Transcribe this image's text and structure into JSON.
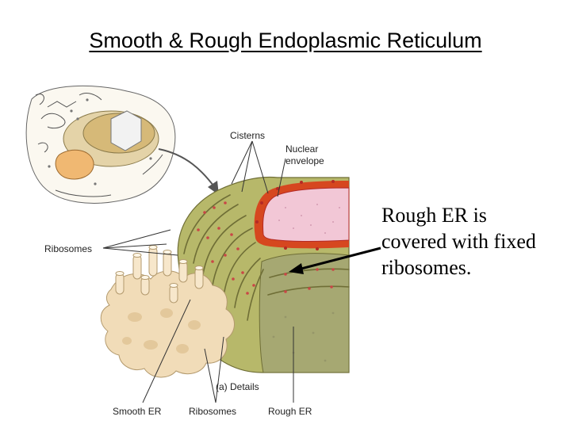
{
  "title": "Smooth & Rough Endoplasmic Reticulum",
  "labels": {
    "cisterns": "Cisterns",
    "nuclear_envelope_line1": "Nuclear",
    "nuclear_envelope_line2": "envelope",
    "ribosomes_left": "Ribosomes",
    "details": "(a) Details",
    "smooth_er": "Smooth ER",
    "ribosomes_bottom": "Ribosomes",
    "rough_er": "Rough ER"
  },
  "caption": {
    "line1": "Rough ER is",
    "line2": "covered with fixed",
    "line3": "ribosomes."
  },
  "colors": {
    "rough_er_fill": "#b7b86a",
    "rough_er_stroke": "#6f6e36",
    "smooth_er_fill": "#f1dcb8",
    "nucleus_fill": "#f2c7d6",
    "nuclear_envelope": "#d6471f",
    "ribosome_dot": "#c94646",
    "cell_sketch": "#cbb58a"
  }
}
